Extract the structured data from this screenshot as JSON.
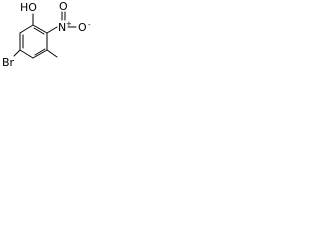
{
  "molecule": {
    "labels": {
      "hydroxyl": "HO",
      "bromo": "Br",
      "nitro_n": "N",
      "nitro_o_top": "O",
      "nitro_o_right": "O",
      "nitro_plus": "+",
      "nitro_minus": "-"
    },
    "colors": {
      "bond": "#000000",
      "text": "#000000",
      "background": "#ffffff"
    }
  }
}
